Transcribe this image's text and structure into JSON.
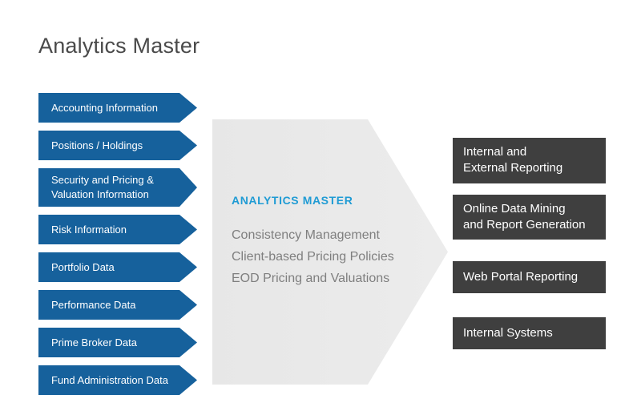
{
  "title": "Analytics Master",
  "colors": {
    "input_arrow_blue": "#16619C",
    "center_arrow_gray": "#E9E9E9",
    "center_heading_blue": "#1F9BD4",
    "center_text_gray": "#7F7F7F",
    "output_box_dark": "#3F3F3F",
    "title_gray": "#4A4A4A"
  },
  "inputs": [
    "Accounting Information",
    "Positions / Holdings",
    "Security and Pricing &\nValuation Information",
    "Risk Information",
    "Portfolio Data",
    "Performance Data",
    "Prime Broker Data",
    "Fund Administration Data"
  ],
  "center": {
    "heading": "ANALYTICS MASTER",
    "features": [
      "Consistency Management",
      "Client-based Pricing Policies",
      "EOD Pricing and Valuations"
    ]
  },
  "outputs": [
    "Internal and\nExternal Reporting",
    "Online Data Mining\nand Report Generation",
    "Web Portal Reporting",
    "Internal Systems"
  ]
}
